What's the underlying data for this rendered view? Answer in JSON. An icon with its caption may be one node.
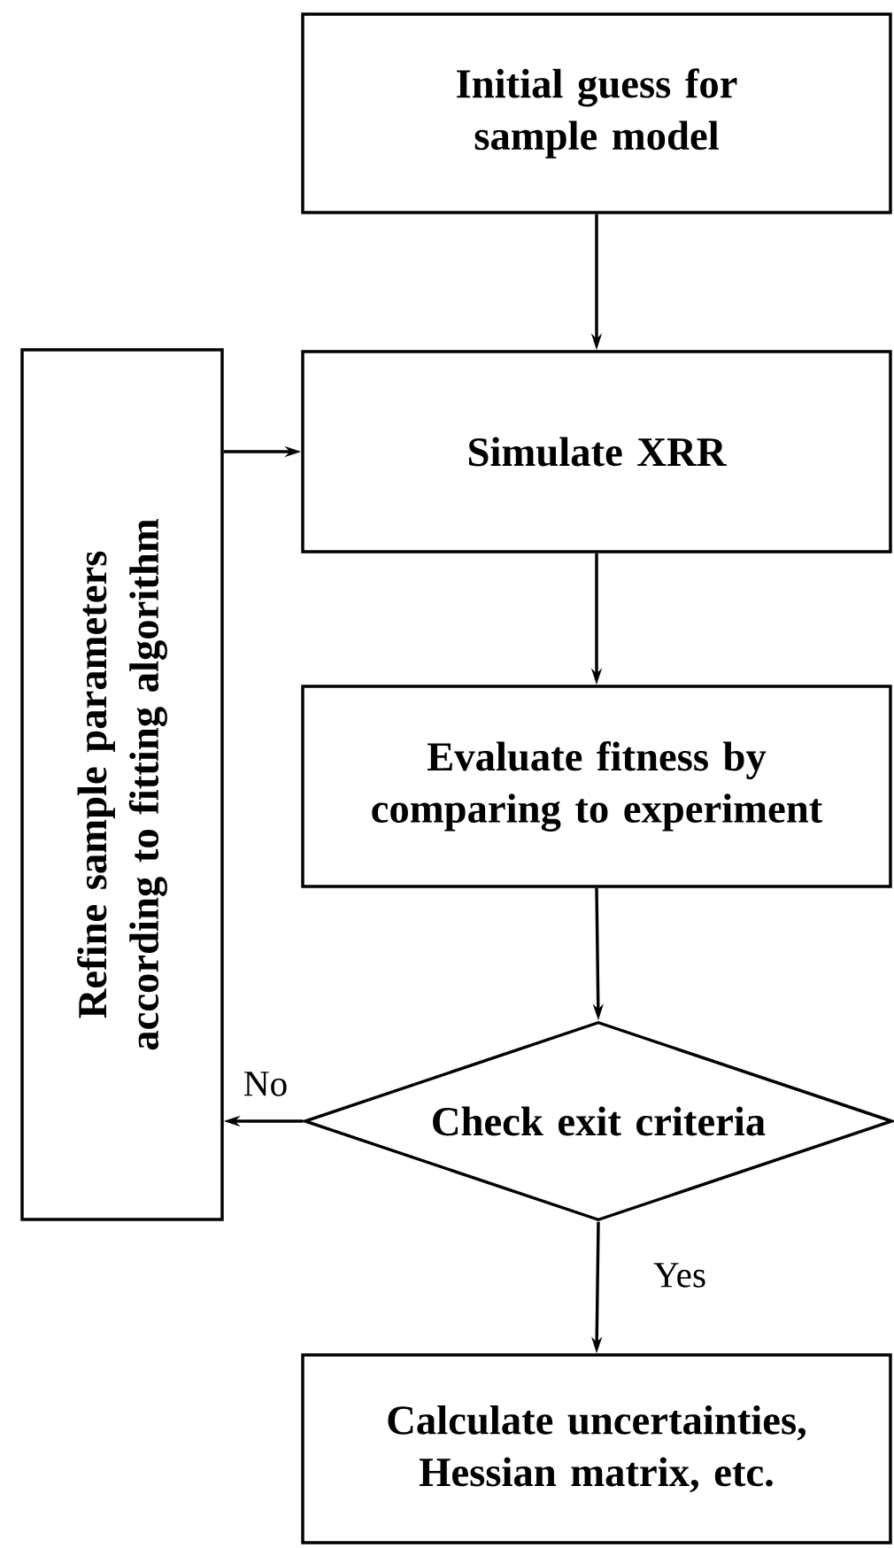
{
  "diagram": {
    "nodes": [
      {
        "text": [
          "Initial guess for sample model"
        ]
      },
      {
        "text": [
          "Simulate XRR"
        ]
      },
      {
        "text": [
          "Evaluate fitness by comparing to experiment"
        ]
      },
      {
        "text": [
          "Check exit criteria"
        ]
      },
      {
        "text": [
          "Refine sample parameters according to fitting algorithm"
        ]
      },
      {
        "text": [
          "Calculate uncertainties, Hessian matrix, etc."
        ]
      }
    ],
    "edges": [
      {
        "from": 0,
        "to": 1,
        "arrow": "to"
      },
      {
        "from": 1,
        "to": 2,
        "arrow": "to"
      },
      {
        "from": 2,
        "to": 3,
        "arrow": "to"
      },
      {
        "from": 3,
        "to": 4,
        "arrow": "to",
        "label": "No"
      },
      {
        "from": 4,
        "to": 1,
        "arrow": "to"
      },
      {
        "from": 3,
        "to": 5,
        "arrow": "to",
        "label": "Yes"
      }
    ]
  }
}
